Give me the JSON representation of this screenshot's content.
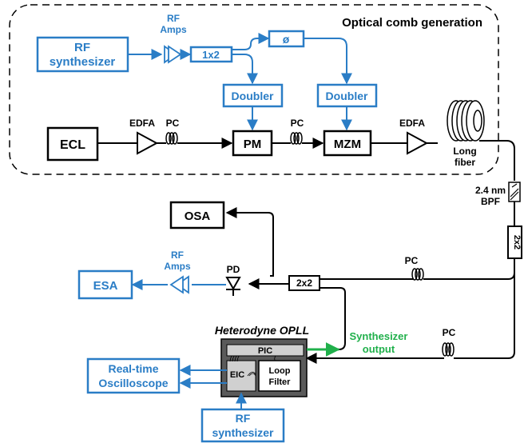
{
  "colors": {
    "blue": "#2a7dc6",
    "black": "#000000",
    "green": "#20b04b",
    "dark_gray": "#5a5a5a",
    "light_gray": "#d0d0d0"
  },
  "comb_section": {
    "title": "Optical comb generation"
  },
  "blocks": {
    "rf_synth_top_line1": "RF",
    "rf_synth_top_line2": "synthesizer",
    "splitter": "1x2",
    "phase_shifter": "ø",
    "doubler1": "Doubler",
    "doubler2": "Doubler",
    "ecl": "ECL",
    "pm": "PM",
    "mzm": "MZM",
    "osa": "OSA",
    "esa": "ESA",
    "coupler_2x2": "2x2",
    "coupler_2x2_vertical": "2x2",
    "pic": "PIC",
    "eic": "EIC",
    "loop_filter_line1": "Loop",
    "loop_filter_line2": "Filter",
    "scope_line1": "Real-time",
    "scope_line2": "Oscilloscope",
    "rf_synth_bottom_line1": "RF",
    "rf_synth_bottom_line2": "synthesizer"
  },
  "labels": {
    "rf_amps_top_line1": "RF",
    "rf_amps_top_line2": "Amps",
    "edfa1": "EDFA",
    "edfa2": "EDFA",
    "pc1": "PC",
    "pc2": "PC",
    "pc3": "PC",
    "pc4": "PC",
    "long_fiber_line1": "Long",
    "long_fiber_line2": "fiber",
    "bpf_line1": "2.4 nm",
    "bpf_line2": "BPF",
    "rf_amps_bottom_line1": "RF",
    "rf_amps_bottom_line2": "Amps",
    "pd": "PD",
    "opll_title": "Heterodyne OPLL",
    "synth_output_line1": "Synthesizer",
    "synth_output_line2": "output"
  },
  "icons": [
    "amplifier-triangle",
    "polarization-controller-coil",
    "fiber-spool",
    "photodiode",
    "bandpass-filter"
  ]
}
